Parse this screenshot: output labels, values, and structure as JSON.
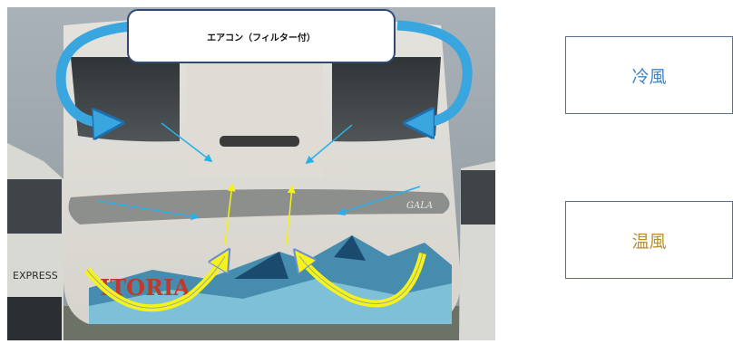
{
  "callout": {
    "label": "エアコン（フィルター付）"
  },
  "legend": {
    "cool_label": "冷風",
    "warm_label": "温風",
    "cool_color": "#3d86c6",
    "warm_color": "#b7902c"
  },
  "photo": {
    "brand_text": "ITORIA",
    "model_text": "GALA",
    "side_text": "EXPRESS"
  },
  "arrow_colors": {
    "cool": "#2aaee6",
    "warm": "#f2f21a"
  }
}
